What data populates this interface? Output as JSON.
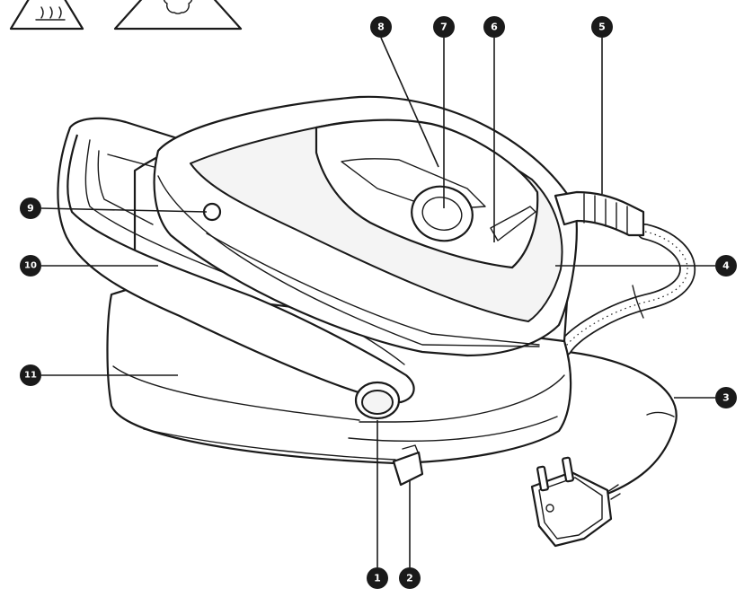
{
  "callouts": [
    {
      "id": "c1",
      "label": "1"
    },
    {
      "id": "c2",
      "label": "2"
    },
    {
      "id": "c3",
      "label": "3"
    },
    {
      "id": "c4",
      "label": "4"
    },
    {
      "id": "c5",
      "label": "5"
    },
    {
      "id": "c6",
      "label": "6"
    },
    {
      "id": "c7",
      "label": "7"
    },
    {
      "id": "c8",
      "label": "8"
    },
    {
      "id": "c9",
      "label": "9"
    },
    {
      "id": "c10",
      "label": "10"
    },
    {
      "id": "c11",
      "label": "11"
    }
  ],
  "warning_icons": [
    "hot-surface-icon",
    "steam-icon"
  ]
}
